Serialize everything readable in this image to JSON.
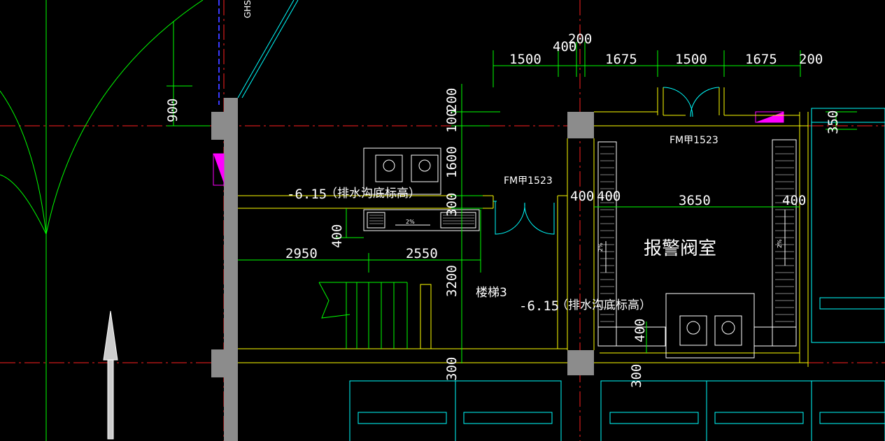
{
  "drawing": {
    "background": "#000000",
    "colors": {
      "axis_red": "#ff2020",
      "green": "#00ff00",
      "yellow": "#ffff00",
      "cyan": "#00ffff",
      "white": "#ffffff",
      "gray_fill": "#8c8c8c",
      "magenta": "#ff00ff",
      "blue": "#3a3aff"
    },
    "vertical_label": "GHS",
    "dims": {
      "d1500a": "1500",
      "d400top": "400",
      "d200top": "200",
      "d1675a": "1675",
      "d1500b": "1500",
      "d1675b": "1675",
      "d200right": "200",
      "d900": "900",
      "d200left": "200",
      "d100": "100",
      "d1600": "1600",
      "d300mid": "300",
      "d350": "350",
      "d400room": "400",
      "d400room2": "400",
      "d3650": "3650",
      "d400roomR": "400",
      "d400left": "400",
      "d2950": "2950",
      "d2550": "2550",
      "d3200": "3200",
      "d300bottomL": "300",
      "d300bottomR": "300",
      "d400bottomroom": "400"
    },
    "labels": {
      "door_fm1": "FM甲1523",
      "door_fm2": "FM甲1523",
      "elev_left": "-6.15",
      "elev_left_note": "（排水沟底标高）",
      "elev_right": "-6.15",
      "elev_right_note": "（排水沟底标高）",
      "room_name": "报警阀室",
      "stair_name": "楼梯3",
      "slope_1": "2%",
      "slope_2": "2%",
      "slope_3": "2%"
    }
  }
}
